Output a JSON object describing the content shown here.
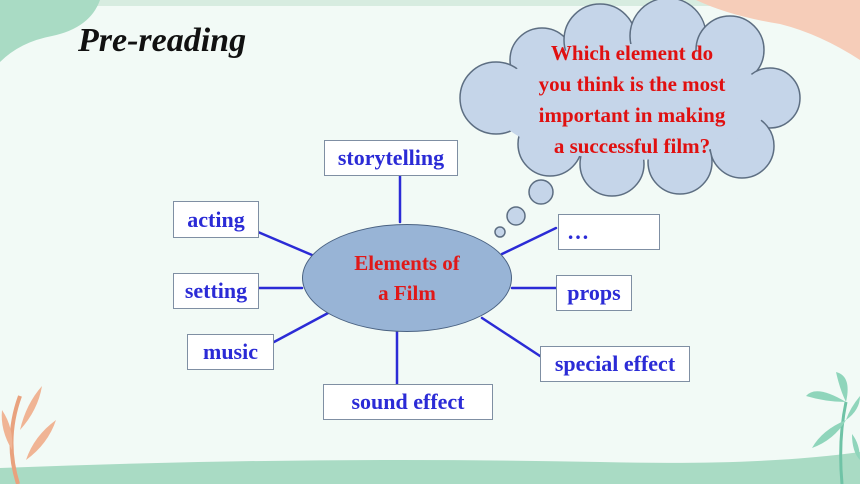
{
  "slide": {
    "title": "Pre-reading",
    "center": {
      "line1": "Elements of",
      "line2": "a Film"
    },
    "nodes": {
      "storytelling": "storytelling",
      "acting": "acting",
      "setting": "setting",
      "music": "music",
      "sound_effect": "sound effect",
      "ellipsis": "…",
      "props": "props",
      "special_effect": "special effect"
    },
    "thought_bubble": {
      "line1": "Which element do",
      "line2": "you think is the most",
      "line3": "important in  making",
      "line4": "a successful film?"
    }
  },
  "colors": {
    "node_text": "#2b2bd6",
    "connector": "#2b2bd6",
    "hub_fill": "#98b4d6",
    "hub_text": "#e01818",
    "cloud_fill": "#c5d5e9",
    "cloud_text": "#e01010"
  }
}
